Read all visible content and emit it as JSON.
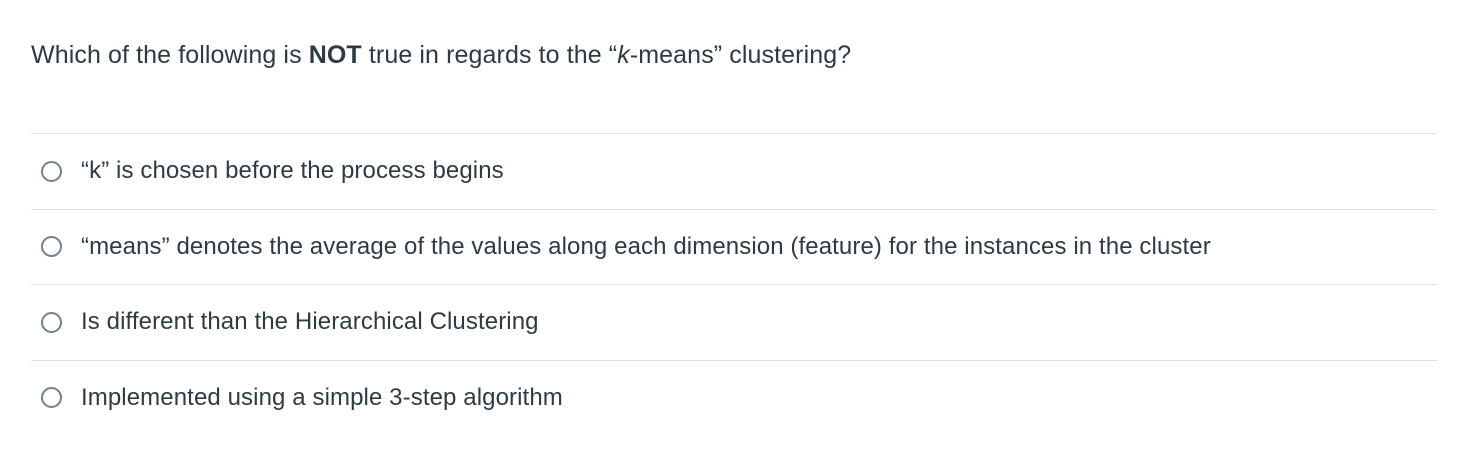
{
  "question": {
    "prefix": "Which of the following is ",
    "emphasis": "NOT",
    "middle": " true in regards to the “",
    "italic_term": "k",
    "suffix": "-means” clustering?",
    "full_text": "Which of the following is NOT true in regards to the “k-means” clustering?"
  },
  "answers": [
    {
      "text": "“k” is chosen before the process begins",
      "selected": false,
      "radio_icon": "radio-unchecked-icon"
    },
    {
      "text": "“means” denotes the average of the values along each dimension (feature) for the instances in the cluster",
      "selected": false,
      "radio_icon": "radio-unchecked-icon"
    },
    {
      "text": "Is different than the Hierarchical Clustering",
      "selected": false,
      "radio_icon": "radio-unchecked-icon"
    },
    {
      "text": "Implemented using a simple 3-step algorithm",
      "selected": false,
      "radio_icon": "radio-unchecked-icon"
    }
  ],
  "colors": {
    "text": "#2d3b45",
    "divider": "#e0e0e0",
    "radio_border": "#73818c",
    "background": "#ffffff"
  }
}
